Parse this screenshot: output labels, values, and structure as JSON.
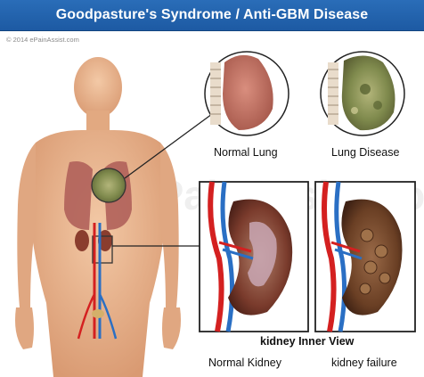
{
  "title": "Goodpasture's Syndrome  / Anti-GBM Disease",
  "copyright": "© 2014 ePainAssist.com",
  "watermark": "ePainAssist.com",
  "labels": {
    "normal_lung": "Normal Lung",
    "lung_disease": "Lung Disease",
    "kidney_inner_view": "kidney Inner View",
    "normal_kidney": "Normal Kidney",
    "kidney_failure": "kidney failure"
  },
  "colors": {
    "title_bar": "#1d5aa3",
    "skin": "#e8b48c",
    "lung_healthy": "#c77a6a",
    "lung_diseased": "#8f9a5e",
    "kidney": "#7a3b2c",
    "artery": "#d42020",
    "vein": "#2a6fc4",
    "frame": "#222222"
  }
}
